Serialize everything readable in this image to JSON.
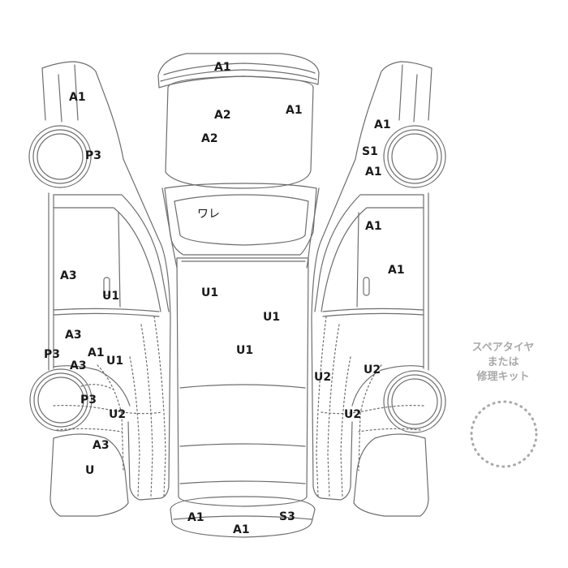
{
  "damage_labels": [
    {
      "id": "front-bumper-a1",
      "code": "A1"
    },
    {
      "id": "hood-a2-upper",
      "code": "A2"
    },
    {
      "id": "hood-a1-right",
      "code": "A1"
    },
    {
      "id": "hood-a2-lower",
      "code": "A2"
    },
    {
      "id": "windshield-crack",
      "code": "ワレ"
    },
    {
      "id": "roof-u1-left",
      "code": "U1"
    },
    {
      "id": "roof-u1-right",
      "code": "U1"
    },
    {
      "id": "roof-u1-center",
      "code": "U1"
    },
    {
      "id": "rear-bumper-a1-left",
      "code": "A1"
    },
    {
      "id": "rear-bumper-a1-center",
      "code": "A1"
    },
    {
      "id": "rear-bumper-s3",
      "code": "S3"
    },
    {
      "id": "left-front-fender-a1",
      "code": "A1"
    },
    {
      "id": "left-front-wheel-p3",
      "code": "P3"
    },
    {
      "id": "left-front-door-a3",
      "code": "A3"
    },
    {
      "id": "left-front-door-u1",
      "code": "U1"
    },
    {
      "id": "left-rear-door-a3",
      "code": "A3"
    },
    {
      "id": "left-rocker-p3",
      "code": "P3"
    },
    {
      "id": "left-rear-a1",
      "code": "A1"
    },
    {
      "id": "left-rear-u1",
      "code": "U1"
    },
    {
      "id": "left-rear-a3",
      "code": "A3"
    },
    {
      "id": "left-rear-wheel-p3",
      "code": "P3"
    },
    {
      "id": "left-quarter-u2",
      "code": "U2"
    },
    {
      "id": "left-quarter-a3",
      "code": "A3"
    },
    {
      "id": "left-quarter-u",
      "code": "U"
    },
    {
      "id": "right-front-a1-upper",
      "code": "A1"
    },
    {
      "id": "right-front-s1",
      "code": "S1"
    },
    {
      "id": "right-front-a1-lower",
      "code": "A1"
    },
    {
      "id": "right-front-door-a1",
      "code": "A1"
    },
    {
      "id": "right-rear-door-a1",
      "code": "A1"
    },
    {
      "id": "right-quarter-u2-left",
      "code": "U2"
    },
    {
      "id": "right-quarter-u2-right",
      "code": "U2"
    },
    {
      "id": "right-quarter-u2-lower",
      "code": "U2"
    }
  ],
  "spare_tire": {
    "line1": "スペアタイヤ",
    "line2": "または",
    "line3": "修理キット"
  }
}
